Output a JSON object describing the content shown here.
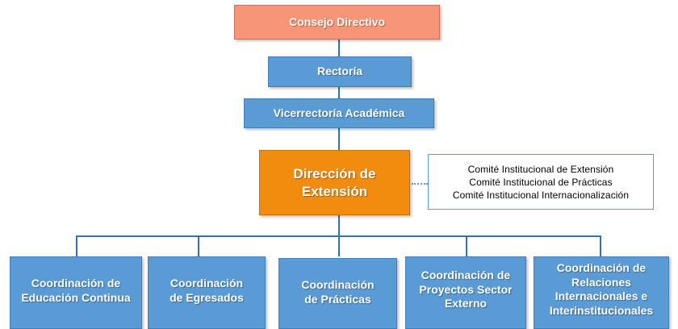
{
  "nodes": {
    "consejo": "Consejo Directivo",
    "rectoria": "Rectoría",
    "vicerrectoria": "Vicerrectoría Académica",
    "direccion": "Dirección de Extensión",
    "committee": [
      "Comité Institucional de Extensión",
      "Comité Institucional de Prácticas",
      "Comité Institucional Internacionalización"
    ],
    "children": [
      "Coordinación de Educación Continua",
      "Coordinación de Egresados",
      "Coordinación de Prácticas",
      "Coordinación de Proyectos Sector Externo",
      "Coordinación de Relaciones Internacionales e Interinstitucionales"
    ]
  },
  "colors": {
    "top": "#f79676",
    "units": "#5b9bd5",
    "direccion": "#f28c0f",
    "connector": "#2e74b5"
  }
}
